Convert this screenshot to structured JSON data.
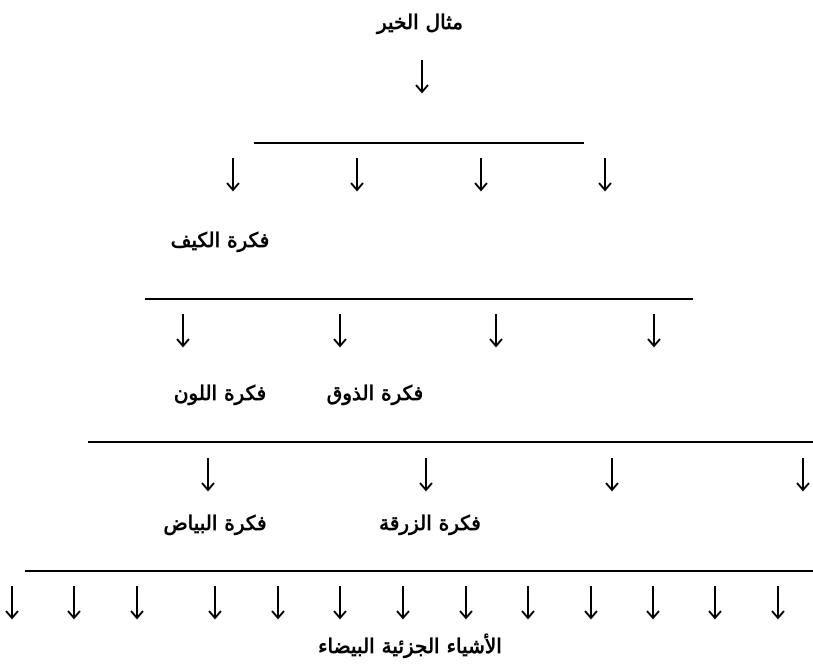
{
  "labels": {
    "top": "مثال الخير",
    "kaif": "فكرة الكيف",
    "dhawq": "فكرة الذوق",
    "lawn": "فكرة اللون",
    "zurqa": "فكرة الزرقة",
    "bayad": "فكرة البياض",
    "bottom": "الأشياء الجزئية البيضاء"
  },
  "icons": {
    "arrow": "down-arrow-icon"
  }
}
